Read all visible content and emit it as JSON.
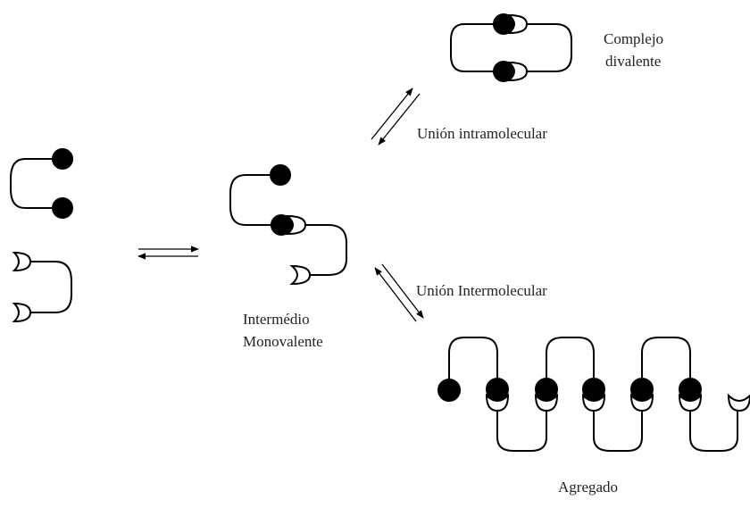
{
  "labels": {
    "complejo_divalente_line1": "Complejo",
    "complejo_divalente_line2": "divalente",
    "union_intramolecular": "Unión intramolecular",
    "union_intermolecular": "Unión Intermolecular",
    "intermedio_line1": "Intermédio",
    "intermedio_line2": "Monovalente",
    "agregado": "Agregado"
  },
  "colors": {
    "stroke": "#000000",
    "ligand_fill": "#000000",
    "background": "#ffffff"
  }
}
